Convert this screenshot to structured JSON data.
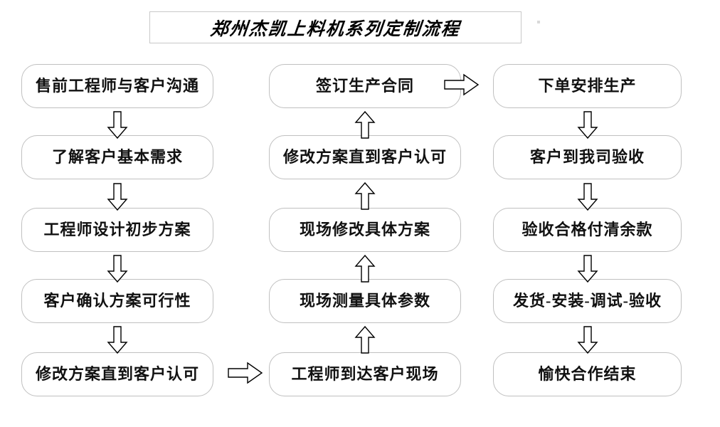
{
  "title": {
    "text": "郑州杰凯上料机系列定制流程"
  },
  "colors": {
    "box_border": "#c0c0c0",
    "title_border": "#c8c8c8",
    "text": "#111111",
    "arrow_stroke": "#000000",
    "arrow_fill": "#ffffff",
    "background": "#ffffff"
  },
  "columns": [
    {
      "id": "left",
      "flow_direction": "down",
      "nodes": [
        {
          "label": "售前工程师与客户沟通"
        },
        {
          "label": "了解客户基本需求"
        },
        {
          "label": "工程师设计初步方案"
        },
        {
          "label": "客户确认方案可行性"
        },
        {
          "label": "修改方案直到客户认可"
        }
      ]
    },
    {
      "id": "middle",
      "flow_direction": "up",
      "nodes": [
        {
          "label": "签订生产合同"
        },
        {
          "label": "修改方案直到客户认可"
        },
        {
          "label": "现场修改具体方案"
        },
        {
          "label": "现场测量具体参数"
        },
        {
          "label": "工程师到达客户现场"
        }
      ]
    },
    {
      "id": "right",
      "flow_direction": "down",
      "nodes": [
        {
          "label": "下单安排生产"
        },
        {
          "label": "客户到我司验收"
        },
        {
          "label": "验收合格付清余款"
        },
        {
          "label": "发货-安装-调试-验收"
        },
        {
          "label": "愉快合作结束"
        }
      ]
    }
  ],
  "connectors": {
    "left_down": [
      "down-arrow-icon",
      "down-arrow-icon",
      "down-arrow-icon",
      "down-arrow-icon"
    ],
    "middle_up": [
      "up-arrow-icon",
      "up-arrow-icon",
      "up-arrow-icon",
      "up-arrow-icon"
    ],
    "right_down": [
      "down-arrow-icon",
      "down-arrow-icon",
      "down-arrow-icon",
      "down-arrow-icon"
    ],
    "left_to_middle": "right-arrow-icon",
    "middle_to_right": "right-arrow-icon"
  }
}
